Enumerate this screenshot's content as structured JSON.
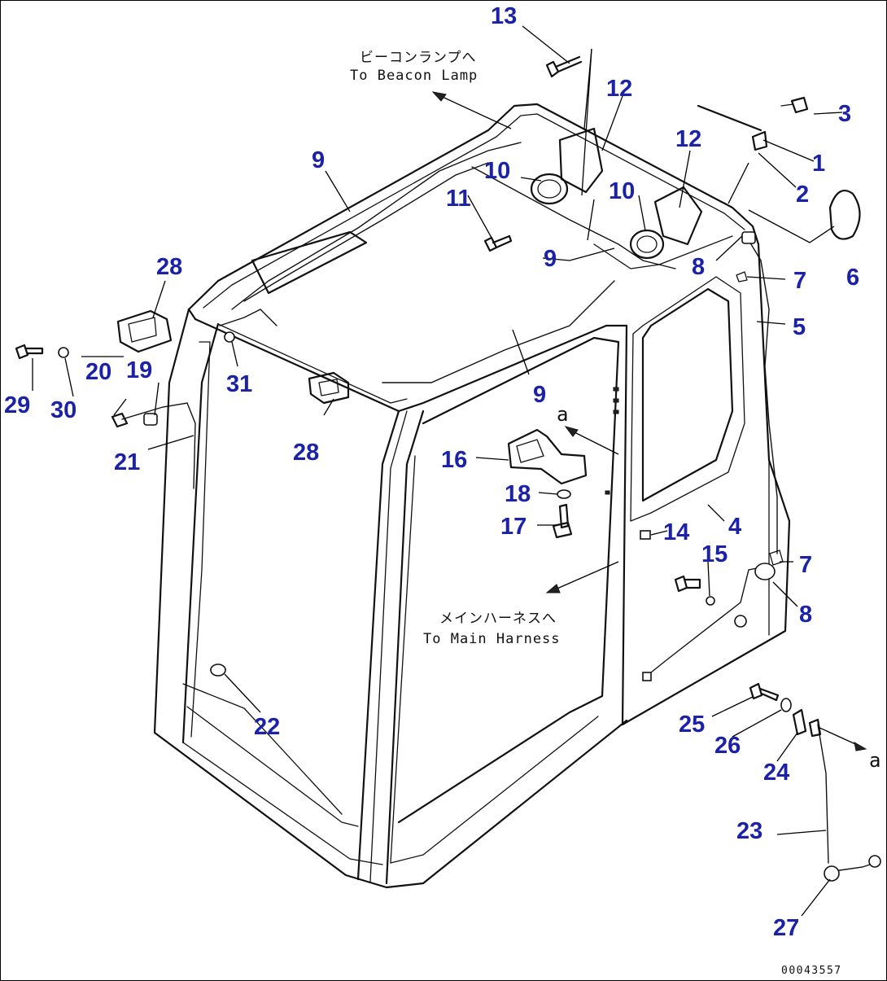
{
  "diagram": {
    "drawing_number": "00043557",
    "notes": {
      "beacon_jp": "ビーコンランプへ",
      "beacon_en": "To Beacon Lamp",
      "main_jp": "メインハーネスへ",
      "main_en": "To Main Harness"
    },
    "connection_marks": [
      "a",
      "a"
    ],
    "callouts": [
      "13",
      "12",
      "12",
      "10",
      "10",
      "11",
      "9",
      "9",
      "9",
      "3",
      "1",
      "2",
      "6",
      "8",
      "7",
      "5",
      "28",
      "28",
      "19",
      "20",
      "29",
      "30",
      "31",
      "21",
      "16",
      "18",
      "17",
      "14",
      "15",
      "4",
      "7",
      "8",
      "22",
      "25",
      "26",
      "24",
      "23",
      "27"
    ]
  }
}
